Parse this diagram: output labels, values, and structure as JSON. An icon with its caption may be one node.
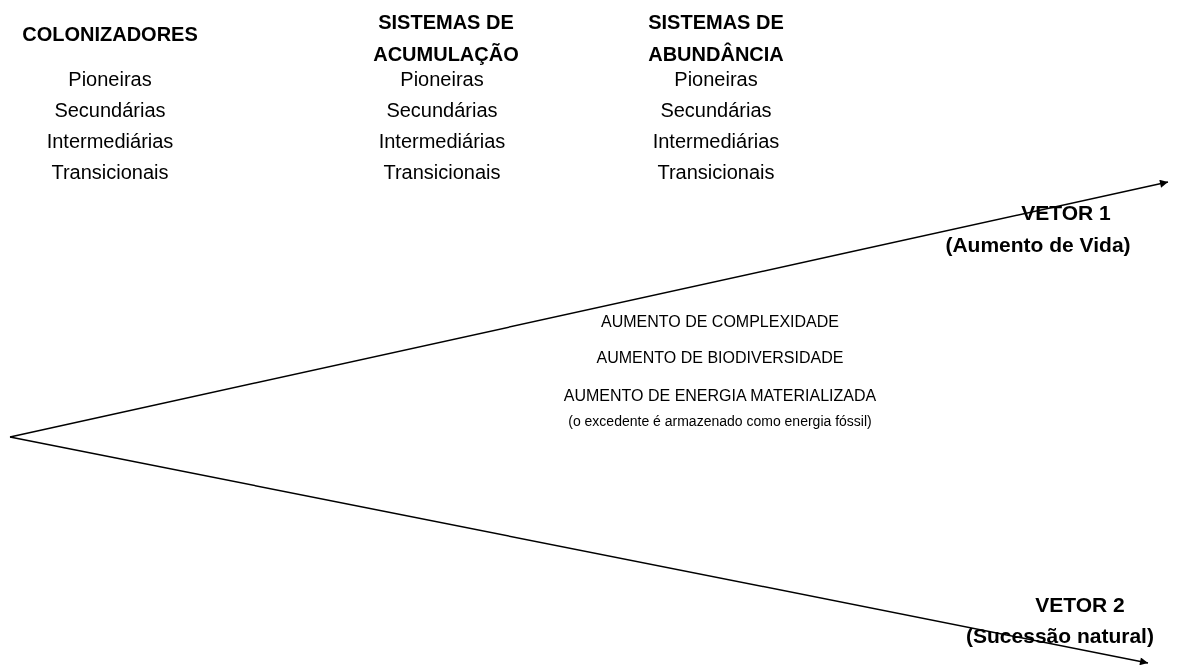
{
  "diagram": {
    "labels": [
      "COLONIZADORES",
      "Pioneiras",
      "Secundárias",
      "Intermediárias",
      "Transicionais",
      "SISTEMAS DE ACUMULAÇÃO",
      "Pioneiras",
      "Secundárias",
      "Intermediárias",
      "Transicionais",
      "SISTEMAS DE ABUNDÂNCIA",
      "Pioneiras",
      "Secundárias",
      "Intermediárias",
      "Transicionais",
      "VETOR 1",
      "(Aumento de Vida)",
      "AUMENTO DE COMPLEXIDADE",
      "AUMENTO DE BIODIVERSIDADE",
      "AUMENTO DE ENERGIA MATERIALIZADA",
      "(o excedente é armazenado como energia fóssil)",
      "VETOR 2",
      "(Sucessão natural)"
    ]
  }
}
